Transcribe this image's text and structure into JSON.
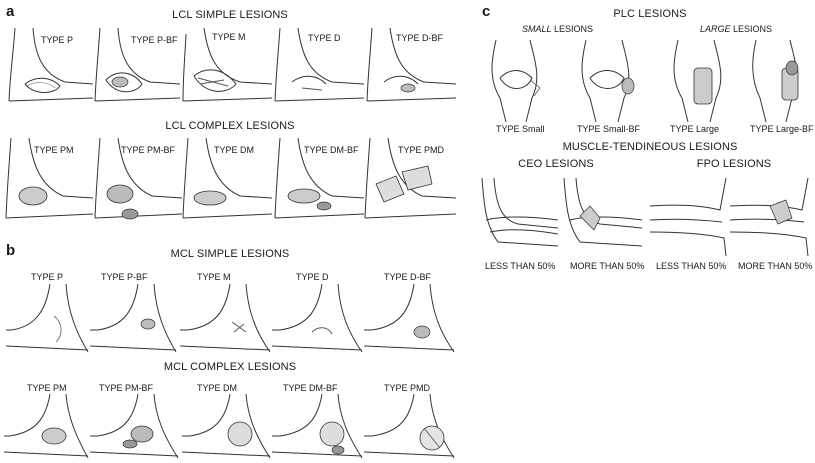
{
  "panels": {
    "a": {
      "letter": "a",
      "simple_title": "LCL SIMPLE LESIONS",
      "simple_types": [
        "TYPE P",
        "TYPE P-BF",
        "TYPE M",
        "TYPE D",
        "TYPE D-BF"
      ],
      "complex_title": "LCL COMPLEX LESIONS",
      "complex_types": [
        "TYPE PM",
        "TYPE PM-BF",
        "TYPE DM",
        "TYPE DM-BF",
        "TYPE PMD"
      ]
    },
    "b": {
      "letter": "b",
      "simple_title": "MCL SIMPLE LESIONS",
      "simple_types": [
        "TYPE P",
        "TYPE P-BF",
        "TYPE M",
        "TYPE D",
        "TYPE D-BF"
      ],
      "complex_title": "MCL COMPLEX LESIONS",
      "complex_types": [
        "TYPE PM",
        "TYPE PM-BF",
        "TYPE DM",
        "TYPE DM-BF",
        "TYPE PMD"
      ]
    },
    "c": {
      "letter": "c",
      "plc_title": "PLC LESIONS",
      "small_word": "SMALL",
      "large_word": "LARGE",
      "lesions_word": " LESIONS",
      "plc_types": [
        "TYPE Small",
        "TYPE Small-BF",
        "TYPE Large",
        "TYPE Large-BF"
      ],
      "muscle_title": "MUSCLE-TENDINEOUS LESIONS",
      "ceo_title": "CEO LESIONS",
      "fpo_title": "FPO LESIONS",
      "extent_labels": [
        "LESS THAN 50%",
        "MORE THAN 50%",
        "LESS THAN 50%",
        "MORE THAN 50%"
      ]
    }
  }
}
